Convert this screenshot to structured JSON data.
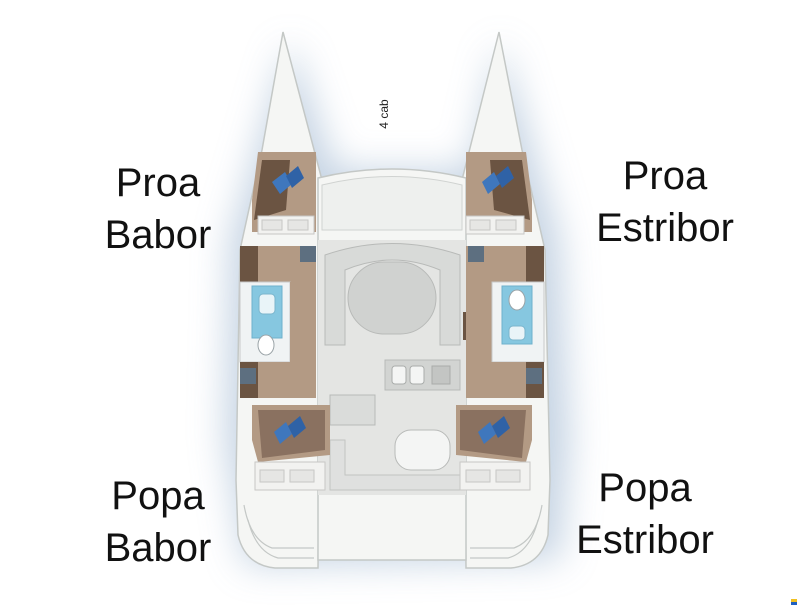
{
  "plan": {
    "cabin_count_label": "4 cab",
    "cabins": {
      "bow_port": {
        "line1": "Proa",
        "line2": "Babor"
      },
      "bow_stbd": {
        "line1": "Proa",
        "line2": "Estribor"
      },
      "stern_port": {
        "line1": "Popa",
        "line2": "Babor"
      },
      "stern_stbd": {
        "line1": "Popa",
        "line2": "Estribor"
      }
    }
  },
  "colors": {
    "hull": "#f5f6f4",
    "hull_outline": "#c4c8c6",
    "shadow": "#b7c9dd",
    "wood_dark": "#6b5442",
    "wood_light": "#b39a84",
    "bath_blue": "#86c7e0",
    "pillow_blue": "#3f77bd",
    "saloon": "#e4e5e3"
  },
  "icons": [
    "pillow-icon",
    "toilet-icon",
    "sink-icon"
  ]
}
